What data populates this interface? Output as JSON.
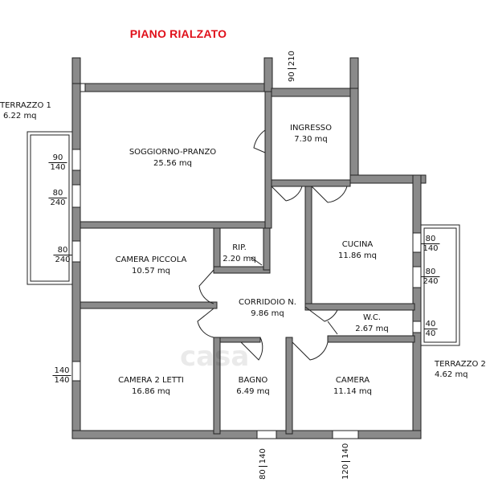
{
  "title": "PIANO RIALZATO",
  "rooms": {
    "soggiorno": {
      "name": "SOGGIORNO-PRANZO",
      "area": "25.56 mq"
    },
    "ingresso": {
      "name": "INGRESSO",
      "area": "7.30 mq"
    },
    "cucina": {
      "name": "CUCINA",
      "area": "11.86 mq"
    },
    "camera_piccola": {
      "name": "CAMERA PICCOLA",
      "area": "10.57 mq"
    },
    "rip": {
      "name": "RIP.",
      "area": "2.20 mq"
    },
    "corridoio": {
      "name": "CORRIDOIO N.",
      "area": "9.86 mq"
    },
    "wc": {
      "name": "W.C.",
      "area": "2.67 mq"
    },
    "camera_2_letti": {
      "name": "CAMERA 2 LETTI",
      "area": "16.86 mq"
    },
    "bagno": {
      "name": "BAGNO",
      "area": "6.49 mq"
    },
    "camera": {
      "name": "CAMERA",
      "area": "11.14 mq"
    }
  },
  "terraces": {
    "t1": {
      "name": "TERRAZZO 1",
      "area": "6.22 mq"
    },
    "t2": {
      "name": "TERRAZZO 2",
      "area": "4.62 mq"
    }
  },
  "openings": {
    "top_ingresso": {
      "w": "90",
      "h": "210"
    },
    "left_1": {
      "w": "90",
      "h": "140"
    },
    "left_2": {
      "w": "80",
      "h": "240"
    },
    "left_3": {
      "w": "80",
      "h": "240"
    },
    "left_4": {
      "w": "140",
      "h": "140"
    },
    "right_1": {
      "w": "80",
      "h": "140"
    },
    "right_2": {
      "w": "80",
      "h": "240"
    },
    "right_3": {
      "w": "40",
      "h": "40"
    },
    "bottom_1": {
      "w": "80",
      "h": "140"
    },
    "bottom_2": {
      "w": "120",
      "h": "140"
    }
  },
  "watermark": "casa"
}
